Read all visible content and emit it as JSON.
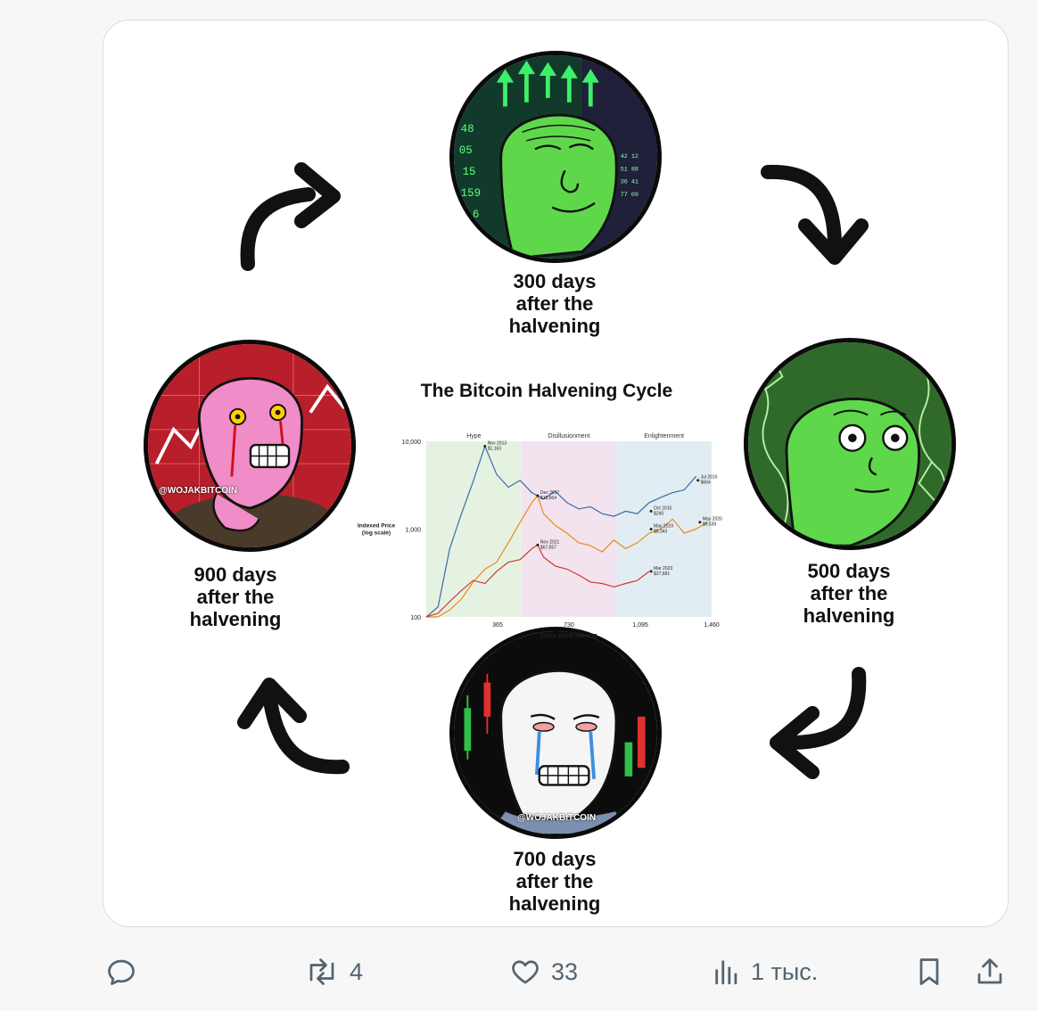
{
  "meme": {
    "captions": {
      "top": [
        "300 days",
        "after the",
        "halvening"
      ],
      "right": [
        "500 days",
        "after the",
        "halvening"
      ],
      "bottom": [
        "700 days",
        "after the",
        "halvening"
      ],
      "left": [
        "900 days",
        "after the",
        "halvening"
      ]
    },
    "watermark": "@WOJAKBITCOIN"
  },
  "chart_data": {
    "type": "line",
    "title": "The Bitcoin Halvening Cycle",
    "phases": [
      "Hype",
      "Disillusionment",
      "Enlightenment"
    ],
    "ylabel": "Indexed Price\n(log scale)",
    "xlabel": "Days since halving",
    "yticks": [
      "10,000",
      "1,000",
      "100"
    ],
    "xticks": [
      "365",
      "730",
      "1,095",
      "1,460"
    ],
    "xlim": [
      0,
      1460
    ],
    "ylim_log": [
      100,
      10000
    ],
    "annotations": [
      {
        "text": [
          "Nov 2013",
          "$1,163"
        ],
        "x": 300,
        "y": 8800
      },
      {
        "text": [
          "Jul 2016",
          "$664"
        ],
        "x": 1390,
        "y": 3600
      },
      {
        "text": [
          "Dec 2017",
          "$19,664"
        ],
        "x": 570,
        "y": 2400
      },
      {
        "text": [
          "Oct 2015",
          "$240"
        ],
        "x": 1150,
        "y": 1600
      },
      {
        "text": [
          "May 2019",
          "$8,343"
        ],
        "x": 1150,
        "y": 1000
      },
      {
        "text": [
          "May 2020",
          "$9,539"
        ],
        "x": 1400,
        "y": 1200
      },
      {
        "text": [
          "Nov 2021",
          "$67,557"
        ],
        "x": 570,
        "y": 660
      },
      {
        "text": [
          "Mar 2023",
          "$27,681"
        ],
        "x": 1150,
        "y": 330
      }
    ],
    "series": [
      {
        "values": [
          [
            0,
            100
          ],
          [
            60,
            130
          ],
          [
            120,
            600
          ],
          [
            180,
            1500
          ],
          [
            240,
            3500
          ],
          [
            300,
            8800
          ],
          [
            360,
            4200
          ],
          [
            420,
            3000
          ],
          [
            480,
            3600
          ],
          [
            540,
            2600
          ],
          [
            600,
            2200
          ],
          [
            660,
            2700
          ],
          [
            720,
            2000
          ],
          [
            780,
            1700
          ],
          [
            840,
            1800
          ],
          [
            900,
            1500
          ],
          [
            960,
            1400
          ],
          [
            1020,
            1600
          ],
          [
            1080,
            1500
          ],
          [
            1140,
            2000
          ],
          [
            1200,
            2300
          ],
          [
            1260,
            2600
          ],
          [
            1320,
            2800
          ],
          [
            1380,
            4000
          ]
        ]
      },
      {
        "values": [
          [
            0,
            100
          ],
          [
            60,
            100
          ],
          [
            120,
            120
          ],
          [
            180,
            160
          ],
          [
            240,
            250
          ],
          [
            300,
            350
          ],
          [
            360,
            420
          ],
          [
            420,
            700
          ],
          [
            480,
            1200
          ],
          [
            540,
            2000
          ],
          [
            570,
            2400
          ],
          [
            600,
            1500
          ],
          [
            660,
            1100
          ],
          [
            720,
            900
          ],
          [
            780,
            700
          ],
          [
            840,
            650
          ],
          [
            900,
            550
          ],
          [
            960,
            750
          ],
          [
            1020,
            600
          ],
          [
            1080,
            700
          ],
          [
            1140,
            900
          ],
          [
            1200,
            1000
          ],
          [
            1260,
            1300
          ],
          [
            1320,
            900
          ],
          [
            1380,
            1000
          ],
          [
            1440,
            1200
          ]
        ]
      },
      {
        "values": [
          [
            0,
            100
          ],
          [
            60,
            110
          ],
          [
            120,
            150
          ],
          [
            180,
            200
          ],
          [
            240,
            260
          ],
          [
            300,
            240
          ],
          [
            360,
            330
          ],
          [
            420,
            420
          ],
          [
            480,
            450
          ],
          [
            540,
            600
          ],
          [
            570,
            660
          ],
          [
            600,
            480
          ],
          [
            660,
            380
          ],
          [
            720,
            350
          ],
          [
            780,
            300
          ],
          [
            840,
            250
          ],
          [
            900,
            240
          ],
          [
            960,
            220
          ],
          [
            1020,
            240
          ],
          [
            1080,
            260
          ],
          [
            1140,
            330
          ]
        ]
      }
    ],
    "colors": [
      "#3b6aa8",
      "#e88a1a",
      "#d03a2e"
    ]
  },
  "actions": {
    "reply_count": "",
    "retweet_count": "4",
    "like_count": "33",
    "views_count": "1 тыс."
  }
}
